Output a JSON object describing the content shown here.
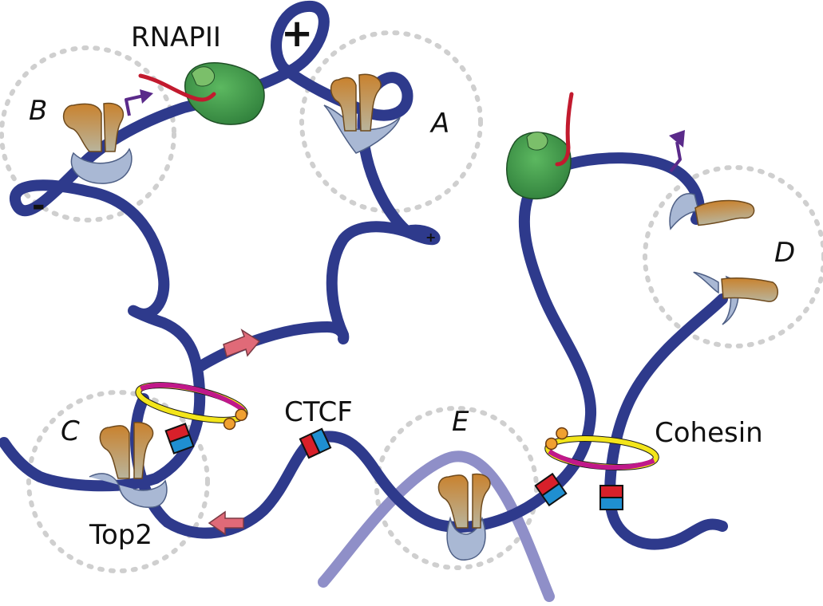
{
  "labels": {
    "rnapii": "RNAPII",
    "ctcf": "CTCF",
    "cohesin": "Cohesin",
    "top2": "Top2",
    "domain_a": "A",
    "domain_b": "B",
    "domain_c": "C",
    "domain_d": "D",
    "domain_e": "E"
  },
  "supercoil_signs": {
    "positive_large": "+",
    "negative": "-",
    "positive_small": "+"
  },
  "colors": {
    "dna_strand": "#2e3a8c",
    "second_dna_strand": "#8f8fc8",
    "domain_outline": "#cfcfcf",
    "rna_polymerase": "#3f9a4a",
    "nascent_rna": "#c21a2e",
    "transcription_start_arrow": "#5a2a8a",
    "top2_body": "#c98a3a",
    "top2_clamp": "#a9b8d4",
    "ctcf_site_red": "#d8202a",
    "ctcf_site_blue": "#1f8fd0",
    "cohesin_ring_yellow": "#f3e51a",
    "cohesin_ring_magenta": "#c0188a",
    "cohesin_head_orange": "#f0a030",
    "loop_direction_arrow": "#e06a78"
  }
}
